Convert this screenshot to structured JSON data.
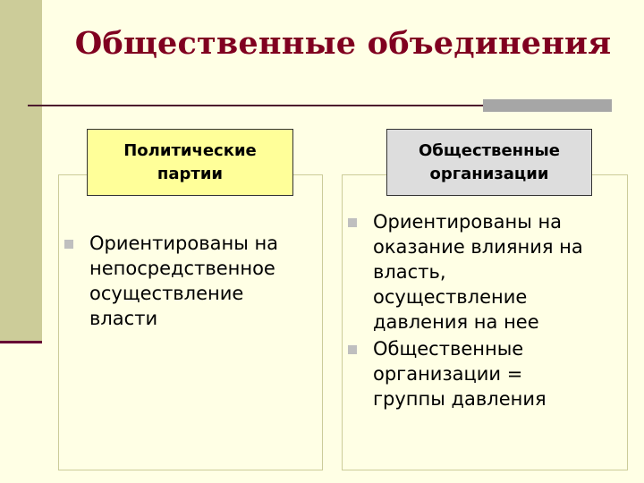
{
  "slide": {
    "title": "Общественные объединения"
  },
  "left": {
    "header_lines": [
      "Политические",
      "партии"
    ],
    "bullets": [
      {
        "lines": [
          "Ориентированы на",
          "непосредственное",
          "осуществление",
          "власти"
        ]
      }
    ]
  },
  "right": {
    "header_lines": [
      "Общественные",
      "организации"
    ],
    "bullets": [
      {
        "lines": [
          "Ориентированы на",
          "оказание влияния на",
          "власть,",
          "осуществление",
          "давления на нее"
        ]
      },
      {
        "lines": [
          "Общественные",
          "организации =",
          "группы давления"
        ]
      }
    ]
  },
  "colors": {
    "background": "#FFFFE5",
    "title": "#800020",
    "left_header_fill": "#FFFF99",
    "right_header_fill": "#DDDDDD",
    "panel_border": "#CCCC99",
    "bullet_marker": "#BFBFBF"
  }
}
